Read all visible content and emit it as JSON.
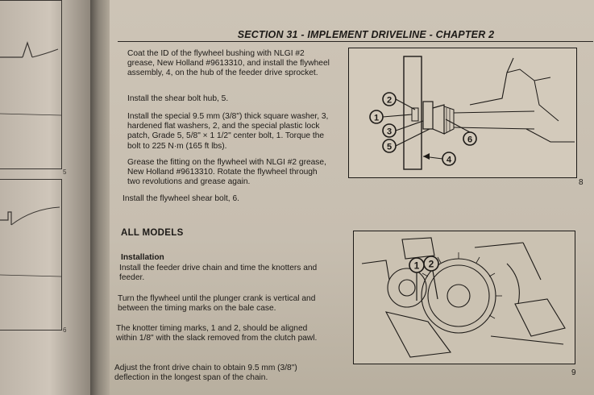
{
  "left_page": {
    "figure_numbers": [
      "5",
      "6"
    ]
  },
  "page": {
    "section_header": "SECTION 31 - IMPLEMENT DRIVELINE - CHAPTER 2",
    "paragraphs_top": [
      "Coat the ID of the flywheel bushing with NLGI #2 grease, New Holland #9613310, and install the flywheel assembly, 4, on the hub of the feeder drive sprocket.",
      "Install the shear bolt hub, 5.",
      "Install the special 9.5 mm (3/8\") thick square washer, 3, hardened flat washers, 2, and the special plastic lock patch, Grade 5, 5/8\" × 1 1/2\" center bolt, 1. Torque the bolt to 225 N·m (165 ft lbs).",
      "Grease the fitting on the flywheel with NLGI #2 grease, New Holland #9613310. Rotate the flywheel through two revolutions and grease again.",
      "Install the flywheel shear bolt, 6."
    ],
    "all_models_heading": "ALL MODELS",
    "installation_heading": "Installation",
    "paragraphs_bottom": [
      "Install the feeder drive chain and time the knotters and feeder.",
      "Turn the flywheel until the plunger crank is vertical and between the timing marks on the bale case.",
      "The knotter timing marks, 1 and 2, should be aligned within 1/8\" with the slack removed from the clutch pawl.",
      "Adjust the front drive chain to obtain 9.5 mm (3/8\") deflection in the longest span of the chain."
    ],
    "figure_8": {
      "number": "8",
      "callouts": [
        "1",
        "2",
        "3",
        "4",
        "5",
        "6"
      ]
    },
    "figure_9": {
      "number": "9",
      "callouts": [
        "1",
        "2"
      ]
    }
  }
}
